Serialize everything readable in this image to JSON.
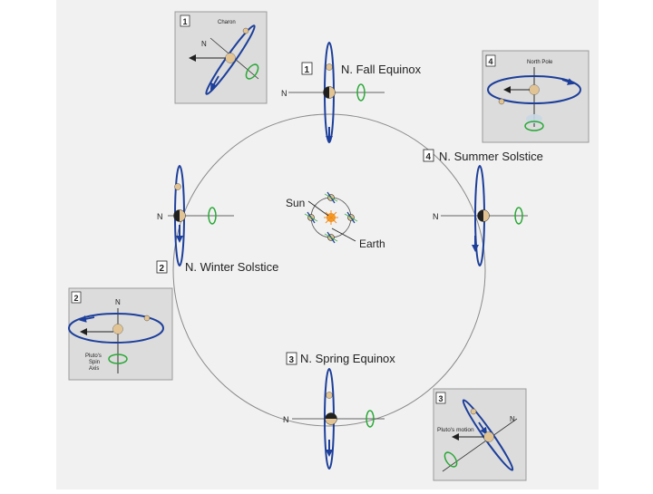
{
  "colors": {
    "background": "#ffffff",
    "panel": "#f1f1f1",
    "inset_fill": "#dcdcdc",
    "inset_border": "#9a9a9a",
    "orbit": "#8a8a8a",
    "moon_orbit": "#1d3f9a",
    "spin": "#2aa837",
    "pluto": "#e2c494",
    "shadow": "#202020",
    "sun": "#f08a1c"
  },
  "labels": {
    "sun": "Sun",
    "earth": "Earth",
    "fall": {
      "num": "1",
      "text": "N. Fall Equinox"
    },
    "summer": {
      "num": "4",
      "text": "N. Summer Solstice"
    },
    "winter": {
      "num": "2",
      "text": "N. Winter Solstice"
    },
    "spring": {
      "num": "3",
      "text": "N. Spring Equinox"
    },
    "north": "N"
  },
  "insets": {
    "one": {
      "num": "1",
      "charon": "Charon",
      "n": "N"
    },
    "two": {
      "num": "2",
      "n": "N",
      "spin_axis": [
        "Pluto's",
        "Spin",
        "Axis"
      ]
    },
    "three": {
      "num": "3",
      "n": "N",
      "motion": "Pluto's motion"
    },
    "four": {
      "num": "4",
      "north_pole": "North Pole"
    }
  }
}
